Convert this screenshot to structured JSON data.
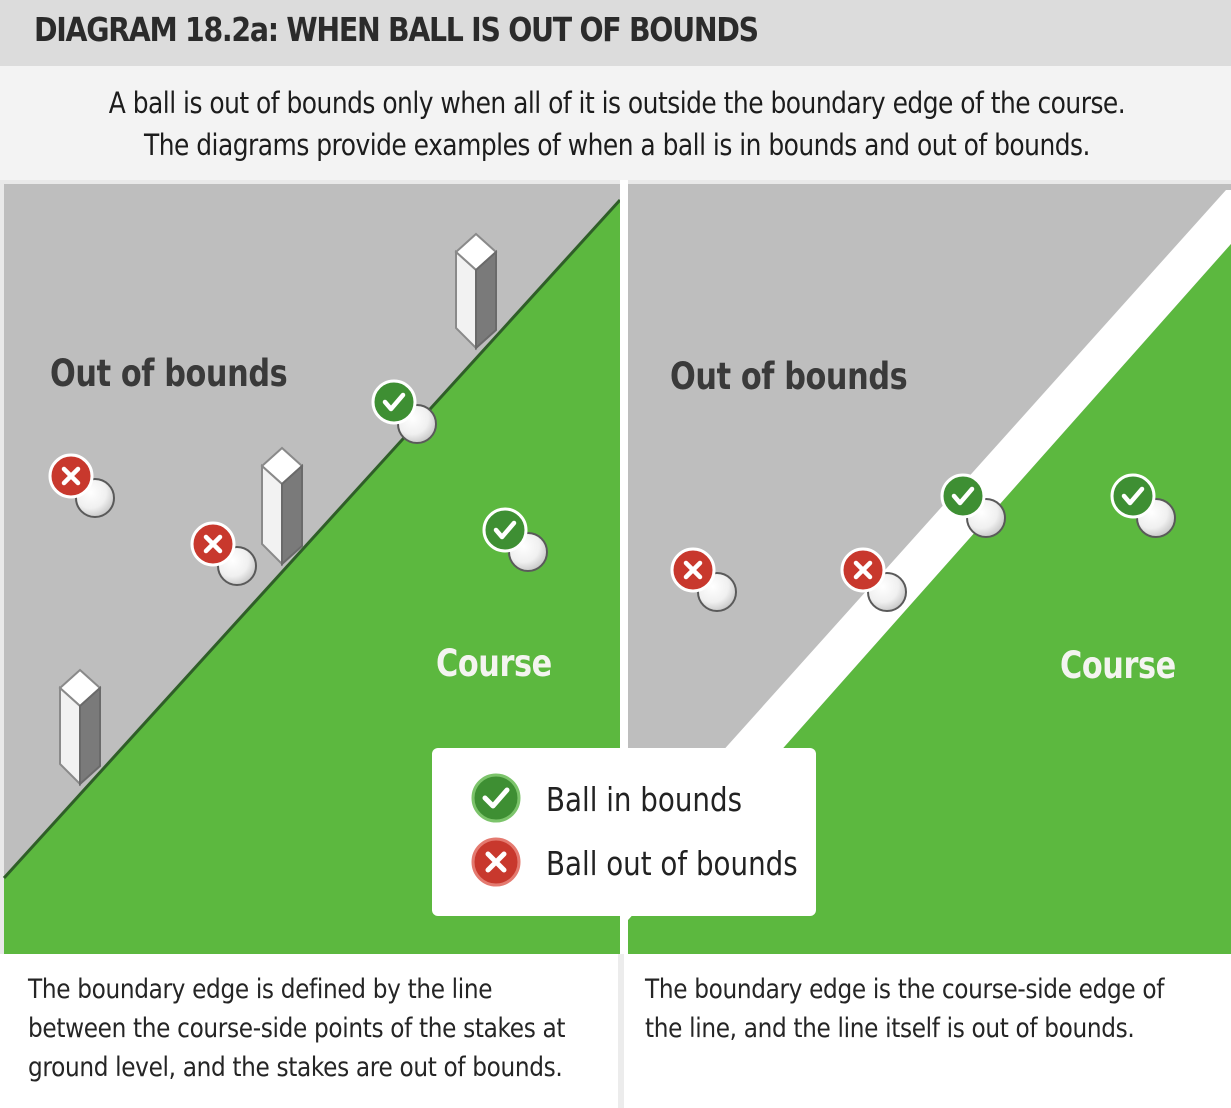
{
  "header": {
    "title": "DIAGRAM 18.2a:  WHEN BALL IS OUT OF BOUNDS",
    "intro_line1": "A ball is out of bounds only when all of it is outside the boundary edge of the course.",
    "intro_line2": "The diagrams provide examples of when a ball is in bounds and out of bounds."
  },
  "left_panel": {
    "out_label": "Out of bounds",
    "course_label": "Course",
    "caption_lines": [
      "The boundary edge is defined by the line",
      "between the course-side points of the stakes at",
      "ground level, and the stakes are out of bounds."
    ]
  },
  "right_panel": {
    "out_label": "Out of bounds",
    "course_label": "Course",
    "caption_lines": [
      "The boundary edge is the course-side edge of",
      "the line, and the line itself is out of bounds."
    ]
  },
  "legend": {
    "in_label": "Ball in bounds",
    "out_label": "Ball out of bounds"
  },
  "colors": {
    "grass": "#5fb940",
    "out_of_bounds": "#bcbcbc",
    "check_badge": "#3e8f33",
    "cross_badge": "#c8382d",
    "boundary_line": "#ffffff"
  },
  "icons": {
    "in_bounds": "check-badge-icon",
    "out_of_bounds": "cross-badge-icon",
    "ball": "golf-ball-icon",
    "stake": "boundary-stake-icon"
  }
}
